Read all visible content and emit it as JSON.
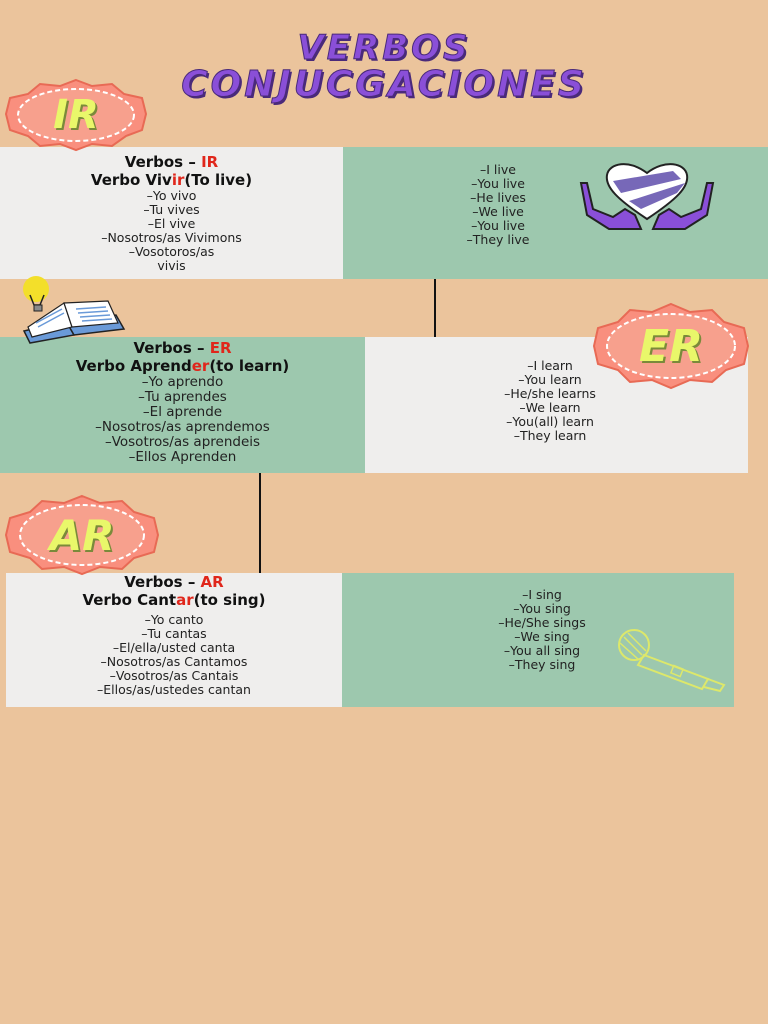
{
  "title": {
    "line1": "VERBOS",
    "line2": "CONJUCGACIONES"
  },
  "badges": {
    "ir": "IR",
    "er": "ER",
    "ar": "AR"
  },
  "colors": {
    "background": "#ebc49c",
    "title": "#8a4fd8",
    "badge": "#f98f7e",
    "grey_panel": "#efeeed",
    "green_panel": "#9dc8ae",
    "highlight": "#e0261b"
  },
  "ir": {
    "heading_prefix": "Verbos – ",
    "heading_code": "IR",
    "verb_prefix": "Verbo Viv",
    "verb_ending": "ir",
    "verb_suffix": "(To live)",
    "spanish": [
      "–Yo vivo",
      "–Tu vives",
      "–El vive",
      "–Nosotros/as Vivimons",
      "–Vosotoros/as",
      "vivis"
    ],
    "english": [
      "–I live",
      "–You live",
      "–He lives",
      "–We live",
      "–You live",
      "–They live"
    ],
    "icon": "heart-hands-icon"
  },
  "er": {
    "heading_prefix": "Verbos – ",
    "heading_code": "ER",
    "verb_prefix": "Verbo Aprend",
    "verb_ending": "er",
    "verb_suffix": "(to learn)",
    "spanish": [
      "–Yo aprendo",
      "–Tu aprendes",
      "–El aprende",
      "–Nosotros/as aprendemos",
      "–Vosotros/as aprendeis",
      "–Ellos Aprenden"
    ],
    "english": [
      "–I learn",
      "–You learn",
      "–He/she learns",
      "–We learn",
      "–You(all) learn",
      "–They learn"
    ],
    "icon": "book-lightbulb-icon"
  },
  "ar": {
    "heading_prefix": "Verbos – ",
    "heading_code": "AR",
    "verb_prefix": "Verbo Cant",
    "verb_ending": "ar",
    "verb_suffix": "(to sing)",
    "spanish": [
      "–Yo canto",
      "–Tu cantas",
      "–El/ella/usted canta",
      "–Nosotros/as Cantamos",
      "–Vosotros/as Cantais",
      "–Ellos/as/ustedes cantan"
    ],
    "english": [
      "–I sing",
      "–You sing",
      "–He/She sings",
      "–We sing",
      "–You all sing",
      "–They sing"
    ],
    "icon": "microphone-icon"
  }
}
